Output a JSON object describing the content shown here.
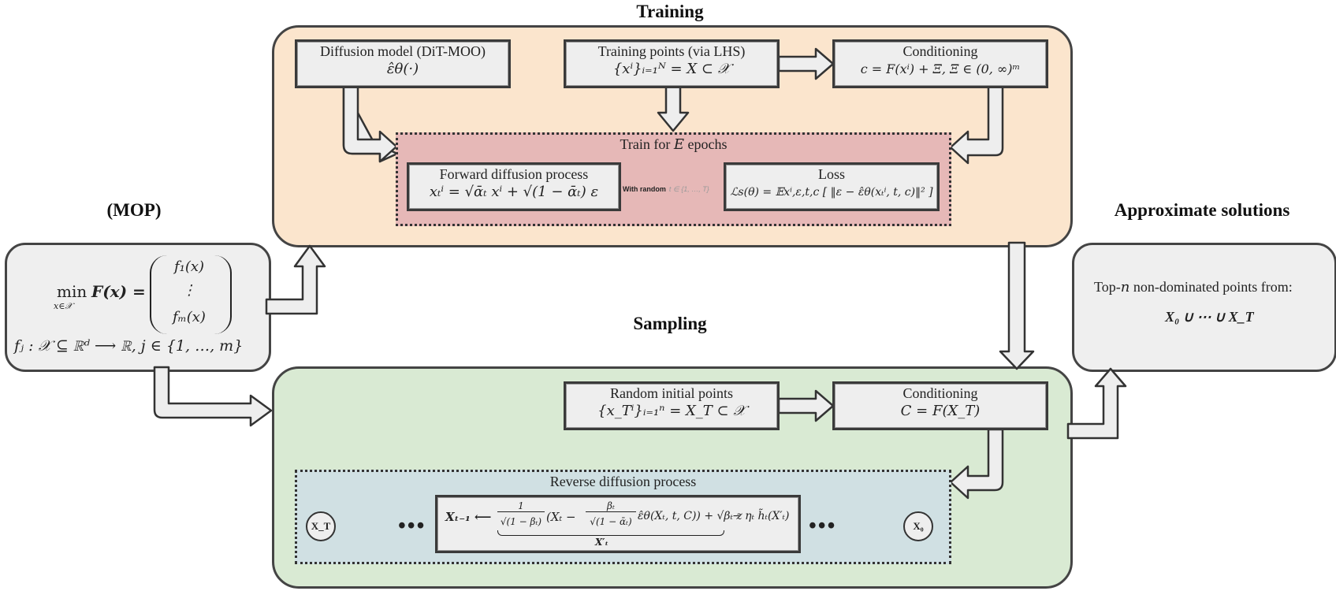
{
  "titles": {
    "training": "Training",
    "mop": "(MOP)",
    "approx": "Approximate solutions",
    "sampling": "Sampling"
  },
  "training": {
    "diffusion_model": {
      "title": "Diffusion model (DiT-MOO)",
      "formula": "ε̂θ(·)"
    },
    "training_points": {
      "title": "Training points (via LHS)",
      "formula": "{xⁱ}ᵢ₌₁ᴺ = X ⊂ 𝒳"
    },
    "conditioning": {
      "title": "Conditioning",
      "formula": "c = F(xⁱ) + Ξ,   Ξ ∈ (0, ∞)ᵐ"
    },
    "train_epochs": {
      "title_pre": "Train for ",
      "title_var": "E",
      "title_post": " epochs"
    },
    "forward": {
      "title": "Forward diffusion process",
      "formula": "xₜⁱ = √ᾱₜ xⁱ + √(1 − ᾱₜ) ε"
    },
    "with_random": {
      "label": "With random",
      "formula": "t ∈ {1, …, T}"
    },
    "loss": {
      "title": "Loss",
      "formula": "ℒs(θ) = 𝔼xⁱ,ε,t,c [ ‖ε − ε̂θ(xₜⁱ, t, c)‖² ]"
    }
  },
  "mop": {
    "objective_lhs": "min",
    "objective_sub": "x∈𝒳",
    "objective_F": "F(x) =",
    "vector": [
      "f₁(x)",
      "⋮",
      "fₘ(x)"
    ],
    "constraint": "fⱼ : 𝒳 ⊆ ℝᵈ ⟶ ℝ,  j ∈ {1, …, m}"
  },
  "approx": {
    "text_pre": "Top-",
    "text_var": "n",
    "text_post": " non-dominated points from:",
    "formula": "X₀ ∪ ⋯ ∪ X_T"
  },
  "sampling": {
    "random_initial": {
      "title": "Random initial points",
      "formula": "{x_Tⁱ}ᵢ₌₁ⁿ = X_T ⊂ 𝒳"
    },
    "conditioning": {
      "title": "Conditioning",
      "formula": "C = F(X_T)"
    },
    "reverse": {
      "title": "Reverse diffusion process"
    },
    "update": {
      "lhs": "Xₜ₋₁ ⟵",
      "frac1_num": "1",
      "frac1_den": "√(1 − βₜ)",
      "mid": "(Xₜ −",
      "frac2_num": "βₜ",
      "frac2_den": "√(1 − ᾱₜ)",
      "rest": "ε̂θ(Xₜ, t, C)) + √βₜ z",
      "tail": "− ηₜ h̃ₜ(X′ₜ)",
      "underbrace": "X′ₜ"
    },
    "start_node": "X_T",
    "end_node": "X₀",
    "dots": "•••"
  },
  "colors": {
    "training_bg": "#fbe5cd",
    "sampling_bg": "#d9ead3",
    "train_epochs_bg": "#e6b8b7",
    "reverse_bg": "#d0e0e3",
    "box_bg": "#eeeeee",
    "mop_bg": "#efefef"
  }
}
